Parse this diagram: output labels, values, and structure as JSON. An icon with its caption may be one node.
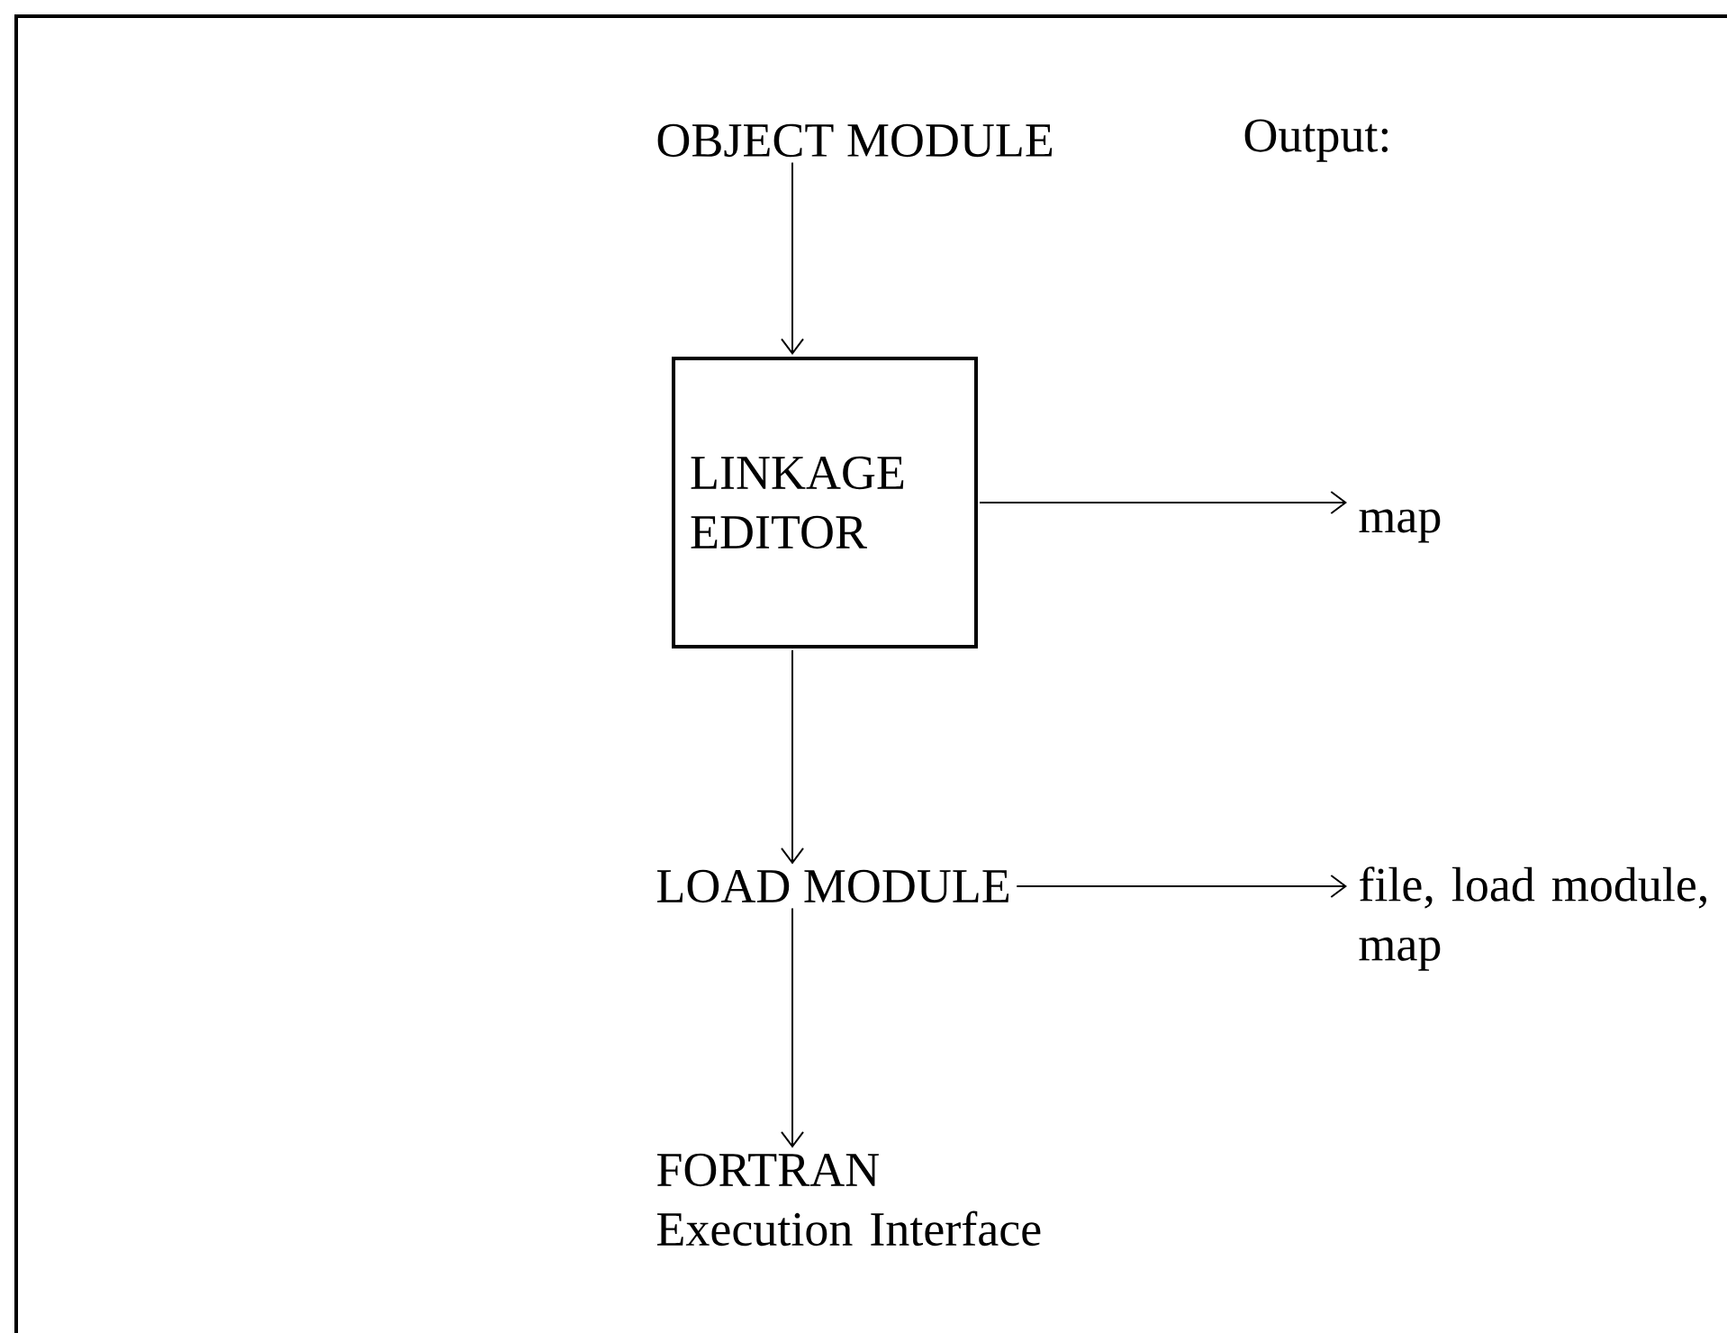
{
  "diagram": {
    "nodes": [
      {
        "text": [
          "OBJECT MODULE"
        ]
      },
      {
        "text": [
          "LINKAGE EDITOR"
        ]
      },
      {
        "text": [
          "LOAD MODULE"
        ]
      },
      {
        "text": [
          "FORTRAN Execution Interface"
        ]
      },
      {
        "text": [
          "map"
        ]
      },
      {
        "text": [
          "file, load module, map"
        ]
      }
    ],
    "edges": [
      {
        "from": 0,
        "to": 1,
        "arrow": "to"
      },
      {
        "from": 1,
        "to": 4,
        "arrow": "to"
      },
      {
        "from": 1,
        "to": 2,
        "arrow": "to"
      },
      {
        "from": 2,
        "to": 5,
        "arrow": "to"
      },
      {
        "from": 2,
        "to": 3,
        "arrow": "to"
      }
    ],
    "labels": [
      "Output:"
    ]
  }
}
